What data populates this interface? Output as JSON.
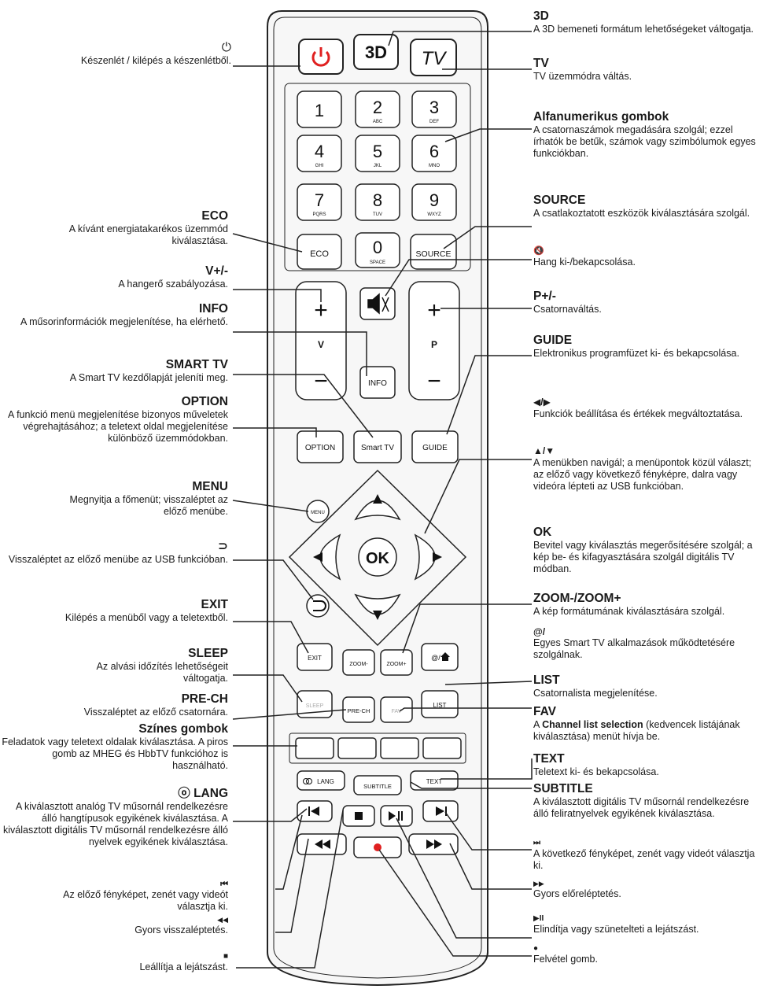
{
  "remote": {
    "btn_3d": "3D",
    "btn_tv": "TV",
    "digits": [
      {
        "n": "1",
        "s": ""
      },
      {
        "n": "2",
        "s": "ABC"
      },
      {
        "n": "3",
        "s": "DEF"
      },
      {
        "n": "4",
        "s": "GHI"
      },
      {
        "n": "5",
        "s": "JKL"
      },
      {
        "n": "6",
        "s": "MNO"
      },
      {
        "n": "7",
        "s": "PQRS"
      },
      {
        "n": "8",
        "s": "TUV"
      },
      {
        "n": "9",
        "s": "WXYZ"
      }
    ],
    "btn_eco": "ECO",
    "btn_0": "0",
    "btn_0_sub": "SPACE",
    "btn_source": "SOURCE",
    "vol_plus": "+",
    "vol_minus": "−",
    "vol_label": "V",
    "ch_plus": "+",
    "ch_minus": "−",
    "ch_label": "P",
    "btn_info": "INFO",
    "btn_option": "OPTION",
    "btn_smart": "Smart TV",
    "btn_guide": "GUIDE",
    "btn_menu": "MENU",
    "btn_ok": "OK",
    "btn_exit": "EXIT",
    "btn_zoom_minus": "ZOOM-",
    "btn_zoom_plus": "ZOOM+",
    "btn_app": "@/",
    "btn_sleep": "SLEEP",
    "btn_prech": "PRE-CH",
    "btn_fav": "FAV",
    "btn_list": "LIST",
    "btn_lang": "LANG",
    "btn_subtitle": "SUBTITLE",
    "btn_text": "TEXT",
    "colors": {
      "body": "#f7f7f7",
      "stroke": "#222222",
      "power": "#e02020",
      "record": "#e02020"
    }
  },
  "labels_left": [
    {
      "id": "power",
      "title": "⏻",
      "desc": "Készenlét / kilépés a készenlétből."
    },
    {
      "id": "eco",
      "title": "ECO",
      "desc": "A kívánt energiatakarékos üzemmód kiválasztása."
    },
    {
      "id": "vol",
      "title": "V+/-",
      "desc": "A hangerő szabályozása."
    },
    {
      "id": "info",
      "title": "INFO",
      "desc": "A műsorinformációk megjelenítése, ha elérhető."
    },
    {
      "id": "smart",
      "title": "SMART TV",
      "desc": "A Smart TV kezdőlapját jeleníti meg."
    },
    {
      "id": "option",
      "title": "OPTION",
      "desc": "A funkció menü megjelenítése bizonyos műveletek végrehajtásához; a teletext oldal megjelenítése különböző üzemmódokban."
    },
    {
      "id": "menu",
      "title": "MENU",
      "desc": "Megnyitja a főmenüt; visszaléptet az előző menübe."
    },
    {
      "id": "back",
      "title": "⊃",
      "desc": "Visszaléptet az előző menübe az USB funkcióban."
    },
    {
      "id": "exit",
      "title": "EXIT",
      "desc": "Kilépés a menüből vagy a teletextből."
    },
    {
      "id": "sleep",
      "title": "SLEEP",
      "desc": "Az alvási időzítés lehetőségeit váltogatja."
    },
    {
      "id": "prech",
      "title": "PRE-CH",
      "desc": "Visszaléptet az előző csatornára."
    },
    {
      "id": "color",
      "title": "Színes gombok",
      "desc": "Feladatok vagy teletext oldalak kiválasztása. A piros gomb az MHEG és HbbTV funkcióhoz is használható."
    },
    {
      "id": "lang",
      "title": "ⓞ LANG",
      "desc": "A kiválasztott analóg TV műsornál rendelkezésre álló hangtípusok egyikének kiválasztása. A kiválasztott digitális TV műsornál rendelkezésre álló nyelvek egyikének kiválasztása."
    },
    {
      "id": "prev",
      "title": "⏮",
      "desc": "Az előző fényképet, zenét vagy videót választja ki."
    },
    {
      "id": "rew",
      "title": "◀◀",
      "desc": "Gyors visszaléptetés."
    },
    {
      "id": "stop",
      "title": "■",
      "desc": "Leállítja a lejátszást."
    }
  ],
  "labels_right": [
    {
      "id": "3d",
      "title": "3D",
      "desc": "A 3D bemeneti formátum lehetőségeket váltogatja."
    },
    {
      "id": "tv",
      "title": "TV",
      "desc": "TV üzemmódra váltás."
    },
    {
      "id": "alnum",
      "title": "Alfanumerikus gombok",
      "desc": "A csatornaszámok megadására szolgál; ezzel írhatók be betűk, számok vagy szimbólumok egyes funkciókban."
    },
    {
      "id": "source",
      "title": "SOURCE",
      "desc": "A csatlakoztatott eszközök kiválasztására szolgál."
    },
    {
      "id": "mute",
      "title": "🔇",
      "desc": "Hang ki-/bekapcsolása."
    },
    {
      "id": "ch",
      "title": "P+/-",
      "desc": "Csatornaváltás."
    },
    {
      "id": "guide",
      "title": "GUIDE",
      "desc": "Elektronikus programfüzet ki- és bekapcsolása."
    },
    {
      "id": "lr",
      "title": "◀/▶",
      "desc": "Funkciók beállítása és értékek megváltoztatása."
    },
    {
      "id": "ud",
      "title": "▲/▼",
      "desc": "A menükben navigál; a menüpontok közül választ; az előző vagy következő fényképre, dalra vagy videóra lépteti az USB funkcióban."
    },
    {
      "id": "ok",
      "title": "OK",
      "desc": "Bevitel vagy kiválasztás megerősítésére szolgál; a kép be- és kifagyasztására szolgál digitális TV módban."
    },
    {
      "id": "zoom",
      "title": "ZOOM-/ZOOM+",
      "desc": "A kép formátumának kiválasztására szolgál."
    },
    {
      "id": "app",
      "title": "@/",
      "desc": "Egyes Smart TV alkalmazások működtetésére szolgálnak."
    },
    {
      "id": "list",
      "title": "LIST",
      "desc": "Csatornalista megjelenítése."
    },
    {
      "id": "fav",
      "title": "FAV",
      "desc_pre": "A ",
      "desc_bold": "Channel list selection",
      "desc_post": " (kedvencek listájának kiválasztása) menüt hívja be."
    },
    {
      "id": "text",
      "title": "TEXT",
      "desc": "Teletext ki- és bekapcsolása."
    },
    {
      "id": "subtitle",
      "title": "SUBTITLE",
      "desc": "A kiválasztott digitális TV műsornál rendelkezésre álló feliratnyelvek egyikének kiválasztása."
    },
    {
      "id": "next",
      "title": "⏭",
      "desc": "A következő fényképet, zenét vagy videót választja ki."
    },
    {
      "id": "ff",
      "title": "▶▶",
      "desc": "Gyors előreléptetés."
    },
    {
      "id": "play",
      "title": "▶II",
      "desc": "Elindítja vagy szünetelteti a lejátszást."
    },
    {
      "id": "rec",
      "title": "●",
      "desc": "Felvétel gomb."
    }
  ]
}
